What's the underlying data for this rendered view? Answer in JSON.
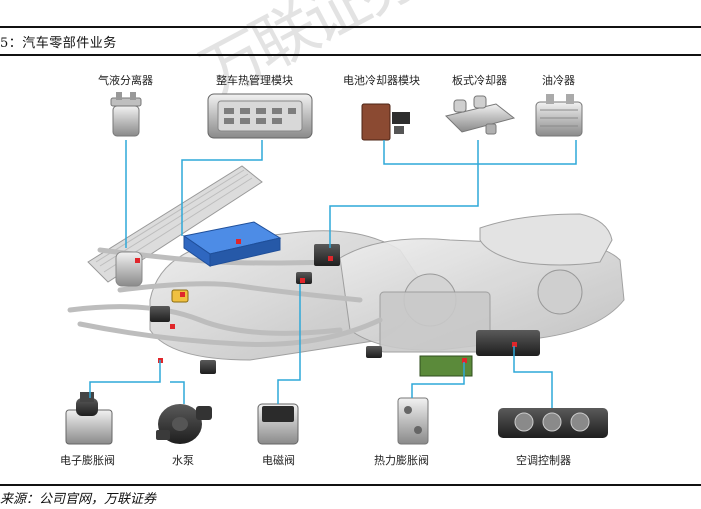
{
  "watermark": "万联证券",
  "figure": {
    "title": "5：汽车零部件业务"
  },
  "components_top": [
    "气液分离器",
    "整车热管理模块",
    "电池冷却器模块",
    "板式冷却器",
    "油冷器"
  ],
  "components_bottom": [
    "电子膨胀阀",
    "水泵",
    "电磁阀",
    "热力膨胀阀",
    "空调控制器"
  ],
  "source": "来源：公司官网，万联证券",
  "colors": {
    "connector": "#2ea8d8",
    "module_blue": "#2f72d6",
    "marker_red": "#e0262b"
  }
}
